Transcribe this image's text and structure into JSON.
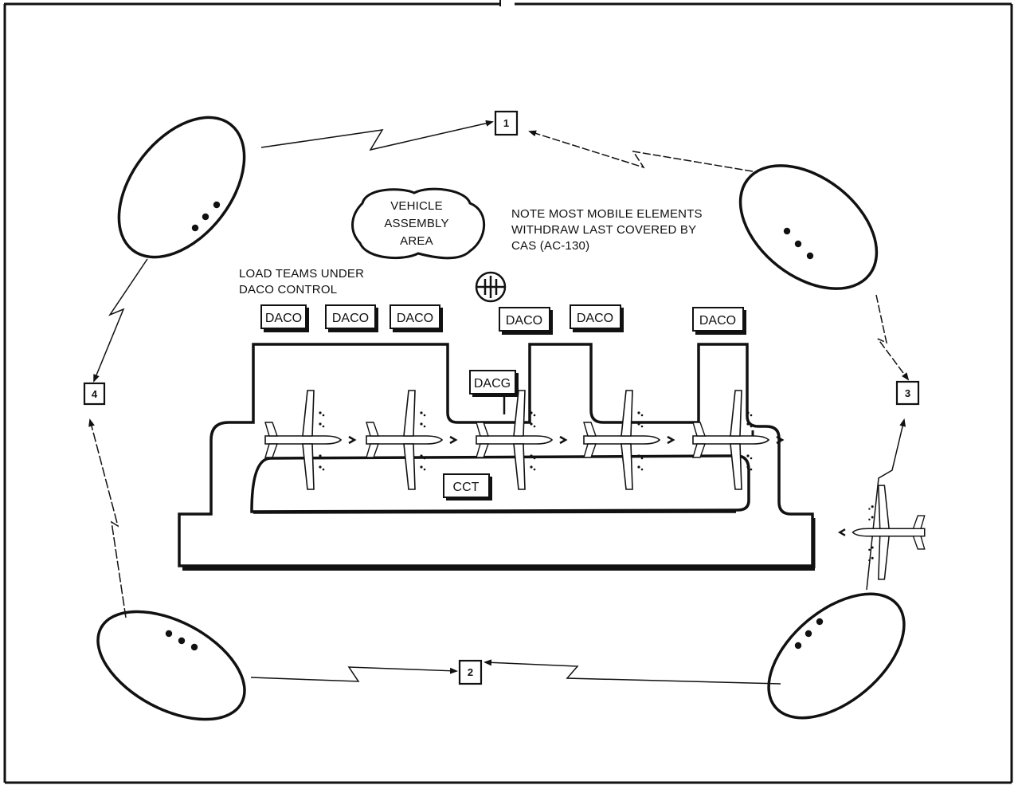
{
  "vehicle_area": {
    "line1": "VEHICLE",
    "line2": "ASSEMBLY",
    "line3": "AREA"
  },
  "note": {
    "line1": "NOTE  MOST MOBILE ELEMENTS",
    "line2": "WITHDRAW LAST COVERED BY",
    "line3": "CAS (AC-130)"
  },
  "load_teams": {
    "line1": "LOAD TEAMS UNDER",
    "line2": "DACO CONTROL"
  },
  "daco_boxes": [
    "DACO",
    "DACO",
    "DACO",
    "DACO",
    "DACO",
    "DACO"
  ],
  "dacg_label": "DACG",
  "cct_label": "CCT",
  "nodes": [
    "1",
    "2",
    "3",
    "4"
  ],
  "colors": {
    "ink": "#111111",
    "paper": "#ffffff"
  }
}
